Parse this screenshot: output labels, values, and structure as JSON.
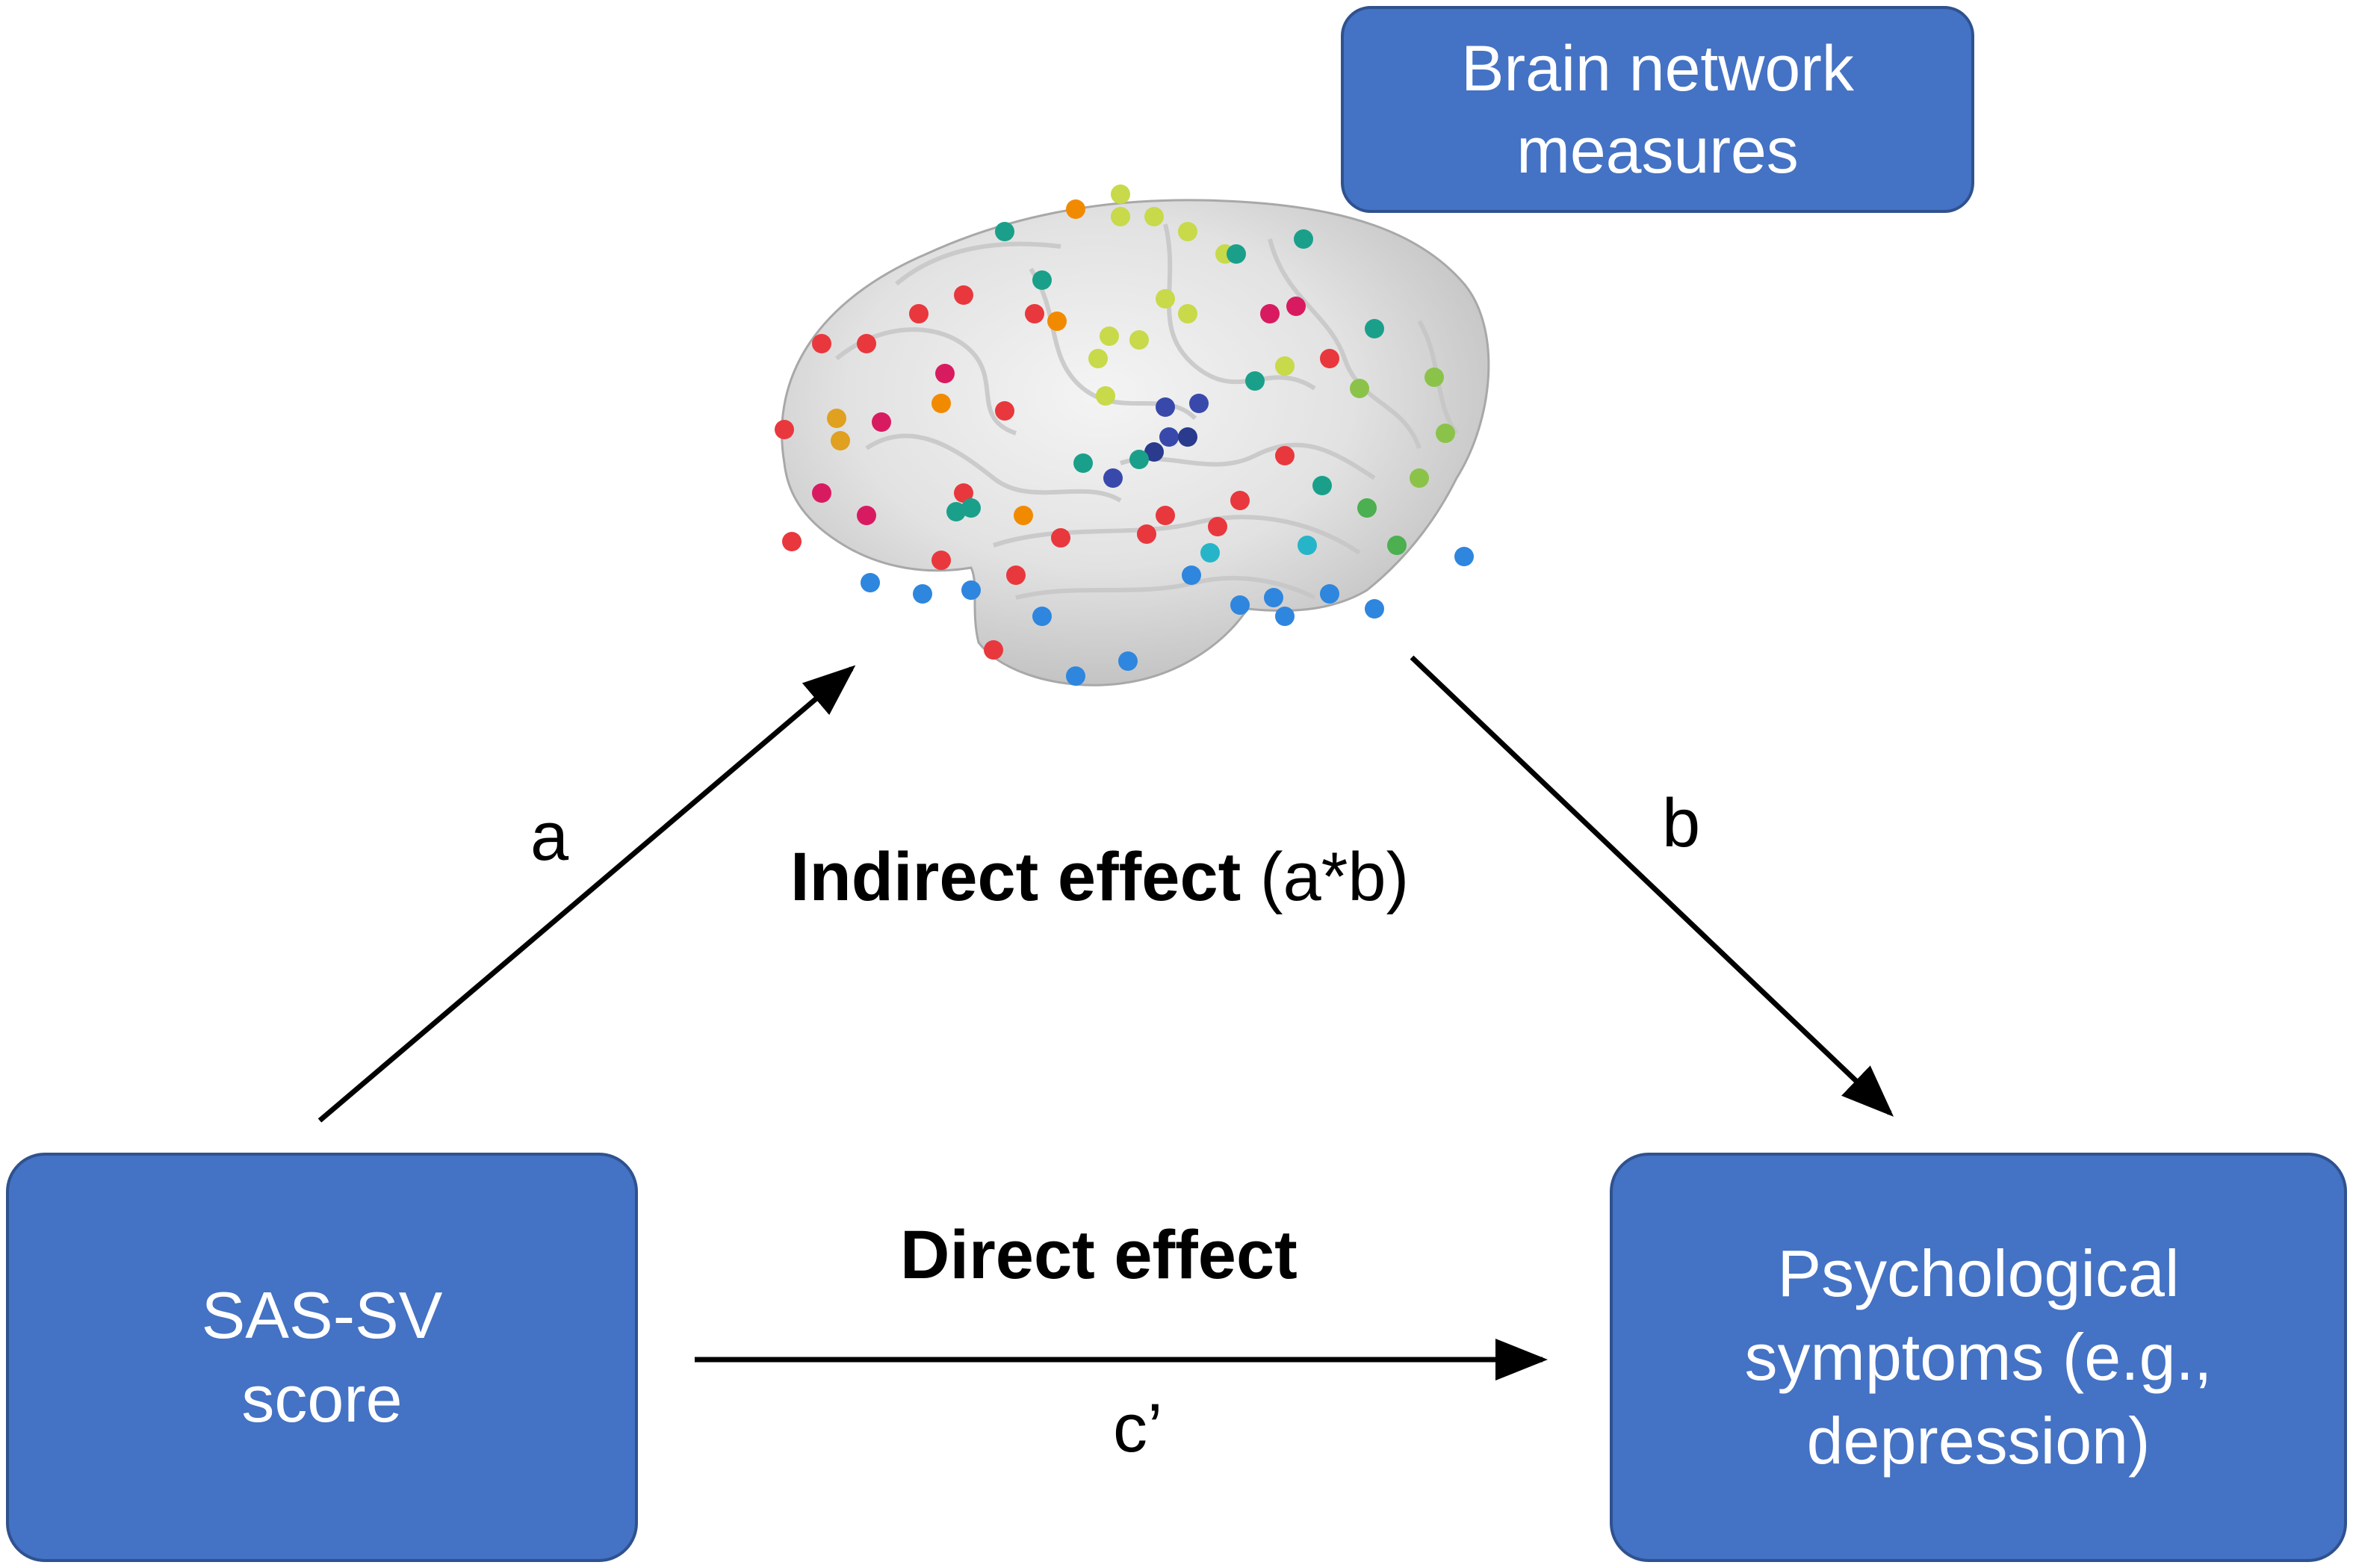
{
  "nodes": {
    "mediator": {
      "label": "Brain network\nmeasures"
    },
    "predictor": {
      "label": "SAS-SV\nscore"
    },
    "outcome": {
      "label": "Psychological\nsymptoms (e.g.,\ndepression)"
    }
  },
  "paths": {
    "a": {
      "label": "a"
    },
    "b": {
      "label": "b"
    },
    "c_prime": {
      "label": "c’"
    },
    "direct": {
      "label": "Direct effect"
    },
    "indirect": {
      "label_bold": "Indirect effect",
      "label_suffix": " (a*b)"
    }
  },
  "colors": {
    "box_fill": "#4472c4",
    "box_border": "#2f528f",
    "box_text": "#ffffff",
    "arrow": "#000000"
  },
  "brain_image": {
    "icon": "brain-network-icon",
    "node_colors": [
      "#e8383d",
      "#d81b60",
      "#e0a020",
      "#f28a00",
      "#c8d94a",
      "#8bc34a",
      "#4caf50",
      "#1aa08a",
      "#26b5c8",
      "#2e86de",
      "#3949ab",
      "#2a3a8c"
    ]
  }
}
